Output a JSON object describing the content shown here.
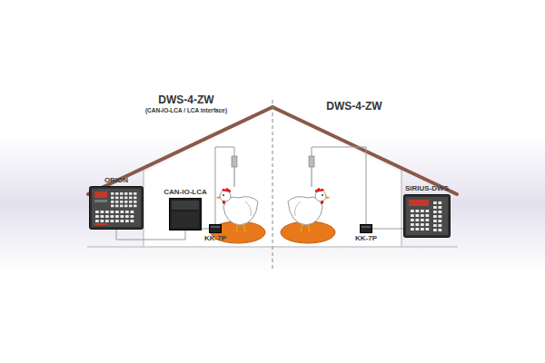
{
  "diagram": {
    "nodes": [
      {
        "text": [
          "ORION"
        ]
      },
      {
        "text": [
          "CAN-IO-LCA"
        ]
      },
      {
        "text": [
          "KK-7P"
        ]
      },
      {
        "text": [
          "KK-7P"
        ]
      },
      {
        "text": [
          "SIRIUS-DWS"
        ]
      }
    ],
    "edges": [
      {
        "from": 0,
        "to": 1,
        "arrow": "none"
      },
      {
        "from": 1,
        "to": 2,
        "arrow": "none"
      },
      {
        "from": 3,
        "to": 4,
        "arrow": "none"
      }
    ],
    "labels": [
      "DWS-4-ZW",
      "(CAN-IO-LCA / LCA interface)",
      "DWS-4-ZW"
    ]
  }
}
